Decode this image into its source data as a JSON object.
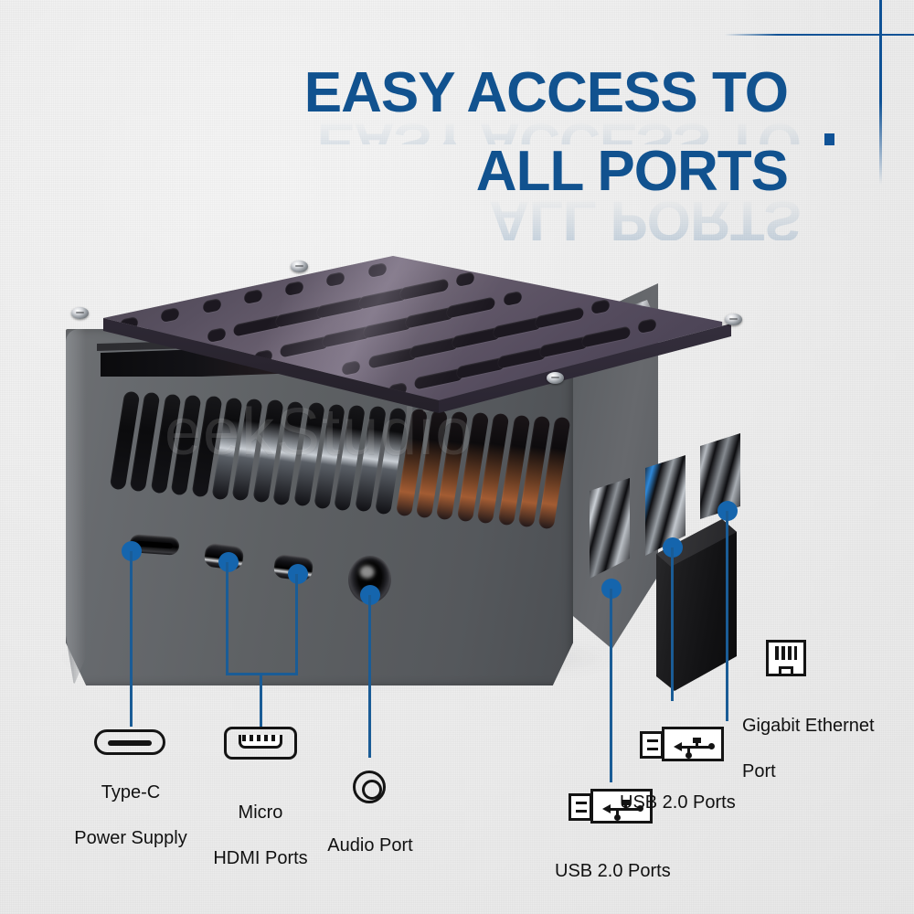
{
  "headline": {
    "line1": "EASY ACCESS TO",
    "line2": "ALL PORTS",
    "color": "#11528f"
  },
  "decor": {
    "line_color": "#0f5296",
    "dot": "·"
  },
  "product": {
    "name": "raspberry-pi-metal-case",
    "watermark_text": "eekStudio",
    "body_color": "#5d6063",
    "acrylic_color": "#574e62",
    "accent_color": "#1565ad"
  },
  "callouts": [
    {
      "id": "type-c",
      "icon": "usb-type-c-icon",
      "label": "Type-C\nPower Supply",
      "label_line1": "Type-C",
      "label_line2": "Power Supply"
    },
    {
      "id": "micro-hdmi",
      "icon": "micro-hdmi-icon",
      "label": "Micro\nHDMI Ports",
      "label_line1": "Micro",
      "label_line2": "HDMI Ports"
    },
    {
      "id": "audio",
      "icon": "audio-jack-icon",
      "label": "Audio Port",
      "label_line1": "Audio Port",
      "label_line2": ""
    },
    {
      "id": "usb-lower",
      "icon": "usb-port-icon",
      "label": "USB 2.0 Ports",
      "label_line1": "USB 2.0 Ports",
      "label_line2": ""
    },
    {
      "id": "usb-upper",
      "icon": "usb-port-icon",
      "label": "USB 2.0 Ports",
      "label_line1": "USB 2.0 Ports",
      "label_line2": ""
    },
    {
      "id": "ethernet",
      "icon": "rj45-ethernet-icon",
      "label": "Gigabit Ethernet\nPort",
      "label_line1": "Gigabit Ethernet",
      "label_line2": "Port"
    }
  ]
}
